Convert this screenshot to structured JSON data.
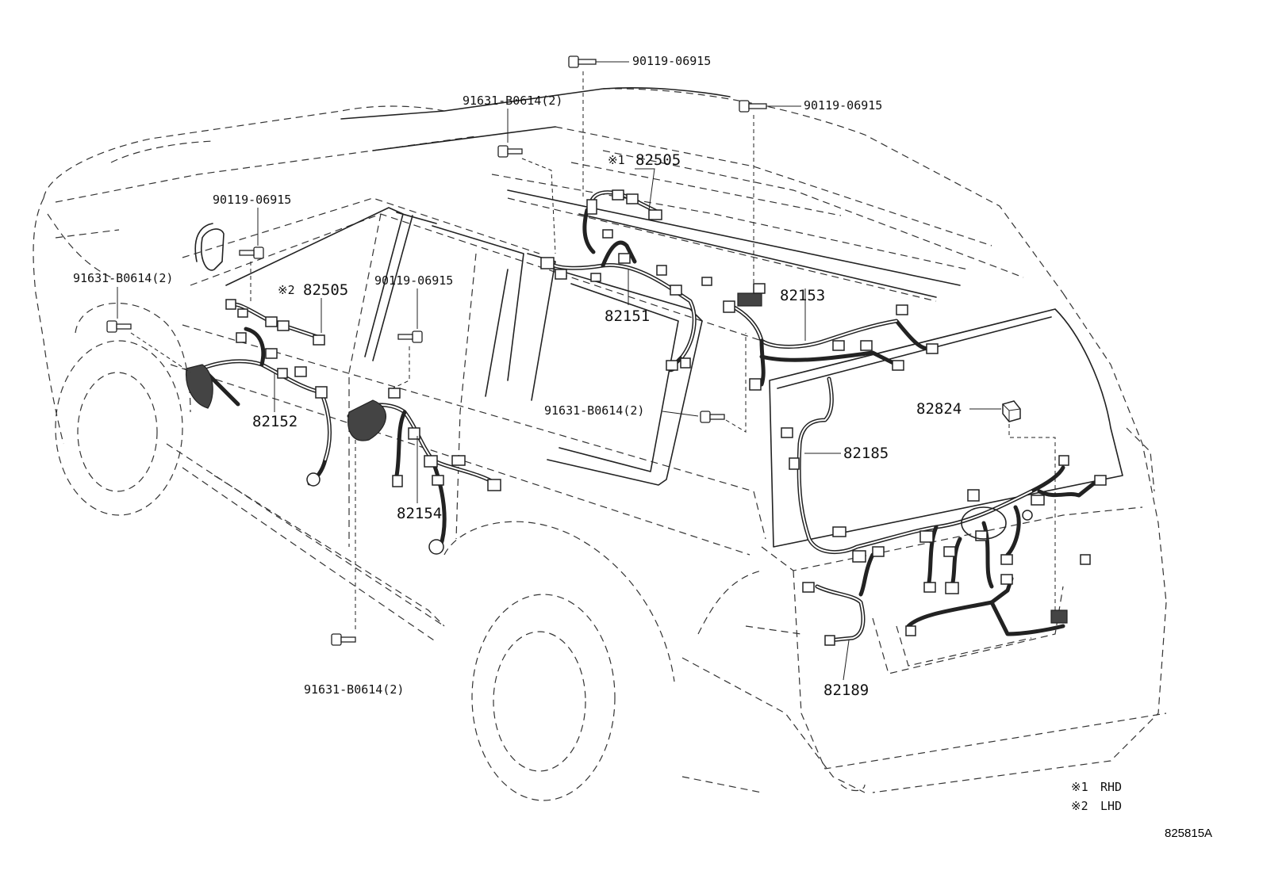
{
  "diagram": {
    "parts": {
      "bolt_top_center": "90119-06915",
      "bolt_top_right": "90119-06915",
      "clip_top_center": "91631-B0614(2)",
      "rhd_marker": "※1",
      "rhd_harness": "82505",
      "bolt_left_upper": "90119-06915",
      "clip_left": "91631-B0614(2)",
      "lhd_marker": "※2",
      "lhd_harness": "82505",
      "bolt_left_mid": "90119-06915",
      "harness_roof": "82151",
      "harness_rear_roof": "82153",
      "harness_front_door": "82152",
      "harness_rear_door": "82154",
      "clip_center": "91631-B0614(2)",
      "relay": "82824",
      "harness_back_door": "82185",
      "harness_back_door_lower": "82189",
      "clip_bottom": "91631-B0614(2)"
    },
    "legend": [
      {
        "marker": "※1",
        "text": "RHD"
      },
      {
        "marker": "※2",
        "text": "LHD"
      }
    ],
    "figure_code": "825815A"
  }
}
